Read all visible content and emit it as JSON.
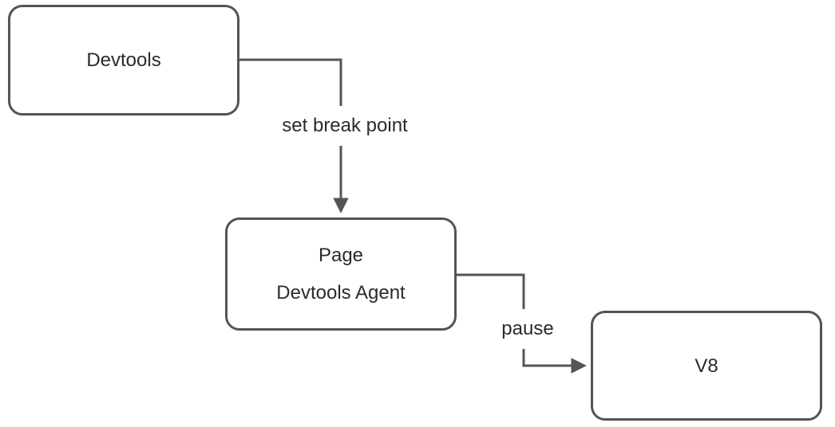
{
  "diagram": {
    "type": "flowchart",
    "nodes": [
      {
        "id": "devtools",
        "lines": [
          "Devtools"
        ]
      },
      {
        "id": "page-devtools-agent",
        "lines": [
          "Page",
          "Devtools Agent"
        ]
      },
      {
        "id": "v8",
        "lines": [
          "V8"
        ]
      }
    ],
    "edges": [
      {
        "from": "devtools",
        "to": "page-devtools-agent",
        "label": "set break point",
        "direction": "right-then-down"
      },
      {
        "from": "page-devtools-agent",
        "to": "v8",
        "label": "pause",
        "direction": "right-down-right"
      }
    ],
    "colors": {
      "node_border": "#545454",
      "connector": "#555555",
      "text": "#2b2b2b",
      "background": "#ffffff"
    }
  }
}
